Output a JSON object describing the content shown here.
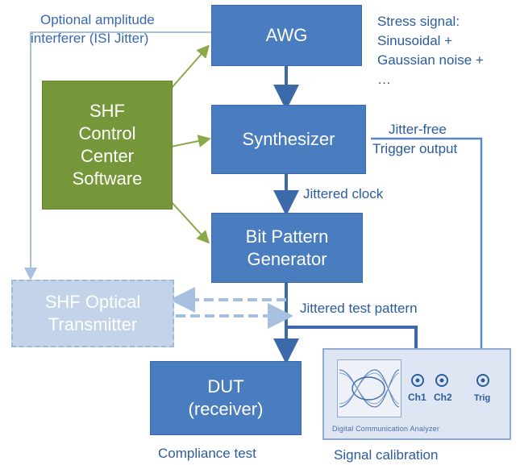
{
  "boxes": {
    "awg": "AWG",
    "synth": "Synthesizer",
    "bpg_line1": "Bit Pattern",
    "bpg_line2": "Generator",
    "shf_line1": "SHF",
    "shf_line2": "Control",
    "shf_line3": "Center",
    "shf_line4": "Software",
    "opt_line1": "SHF Optical",
    "opt_line2": "Transmitter",
    "dut_line1": "DUT",
    "dut_line2": "(receiver)"
  },
  "labels": {
    "amp_interferer_1": "Optional amplitude",
    "amp_interferer_2": "interferer (ISI Jitter)",
    "stress_1": "Stress signal:",
    "stress_2": "Sinusoidal +",
    "stress_3": "Gaussian noise +",
    "stress_4": "…",
    "jitterfree_1": "Jitter-free",
    "jitterfree_2": "Trigger output",
    "jittered_clock": "Jittered clock",
    "jittered_pattern": "Jittered test pattern",
    "compliance": "Compliance test",
    "calibration": "Signal calibration"
  },
  "scope": {
    "ch1": "Ch1",
    "ch2": "Ch2",
    "trig": "Trig",
    "name": "Digital Communication Analyzer"
  },
  "colors": {
    "box_blue": "#4a7cc0",
    "box_green": "#76963a",
    "ghost": "#c3d3ea",
    "arrow_blue": "#3b69a9",
    "arrow_green": "#8aaa4a",
    "line_light": "#a8c0e0"
  }
}
